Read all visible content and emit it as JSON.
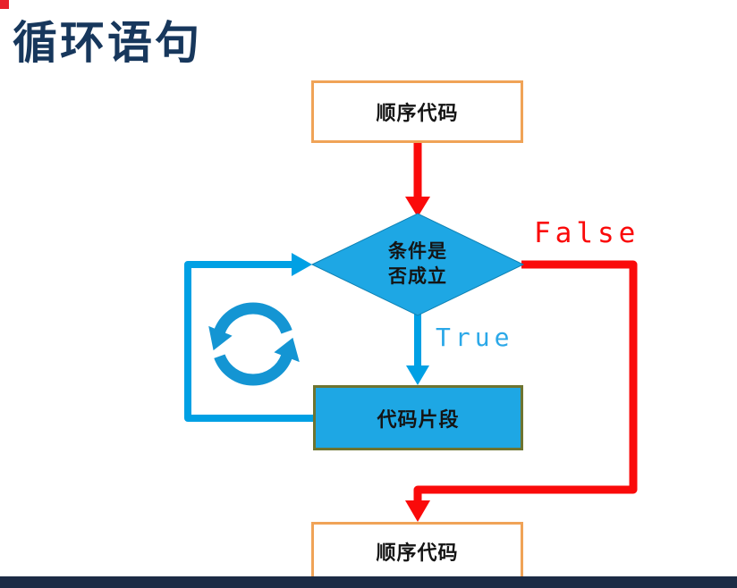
{
  "slide": {
    "title": "循环语句"
  },
  "flowchart": {
    "top_box_label": "顺序代码",
    "condition_line1": "条件是",
    "condition_line2": "否成立",
    "true_label": "True",
    "false_label": "False",
    "code_box_label": "代码片段",
    "bottom_box_label": "顺序代码"
  },
  "colors": {
    "title_text": "#17375c",
    "sequence_box_border": "#f0a357",
    "condition_fill": "#1ea7e4",
    "code_box_fill": "#1ea7e4",
    "code_box_border": "#6e7430",
    "arrow_red": "#fa0a0a",
    "arrow_blue": "#00a0e4",
    "footer_bar": "#1c2b45",
    "corner_marker": "#e8212b"
  },
  "icons": {
    "loop_icon": "loop-refresh-icon"
  }
}
